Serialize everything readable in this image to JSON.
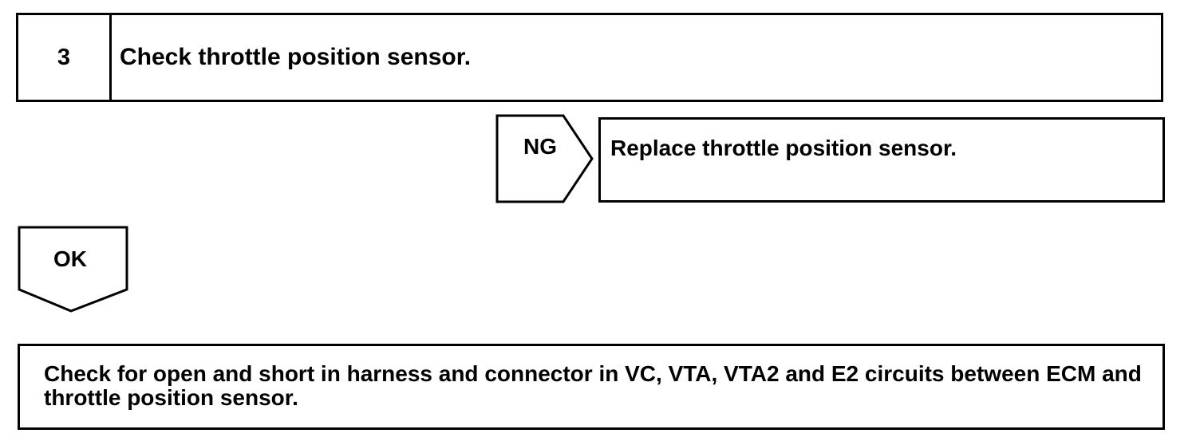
{
  "step": {
    "number": "3",
    "title": "Check throttle position sensor."
  },
  "ng_branch": {
    "label": "NG",
    "action": "Replace throttle position sensor."
  },
  "ok_branch": {
    "label": "OK"
  },
  "next_action": {
    "text": "Check for open and short in harness and connector in VC, VTA, VTA2 and E2 circuits between ECM and throttle position sensor."
  }
}
